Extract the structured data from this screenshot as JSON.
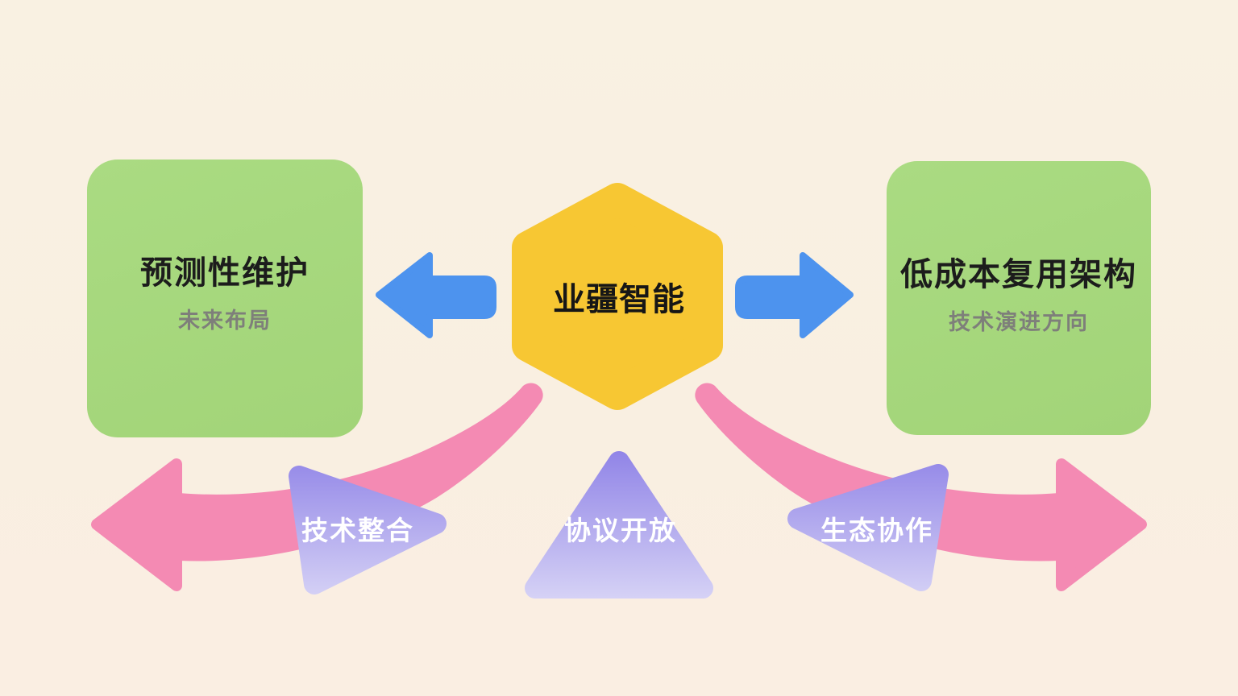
{
  "hexagon": {
    "label": "业疆智能",
    "color": "#f7c733"
  },
  "left_card": {
    "title": "预测性维护",
    "subtitle": "未来布局",
    "color": "#a6d87e"
  },
  "right_card": {
    "title": "低成本复用架构",
    "subtitle": "技术演进方向",
    "color": "#a6d87e"
  },
  "triangles": [
    {
      "label": "技术整合"
    },
    {
      "label": "协议开放"
    },
    {
      "label": "生态协作"
    }
  ],
  "colors": {
    "background": "#f9f0e1",
    "blue_arrow": "#4d93ee",
    "pink_arrow": "#f48ab3",
    "purple_top": "#8b7ee6",
    "purple_bottom": "#dcd9f7",
    "title_text": "#1c1c1c",
    "subtitle_text": "#7e7f7a",
    "triangle_text": "#ffffff"
  }
}
